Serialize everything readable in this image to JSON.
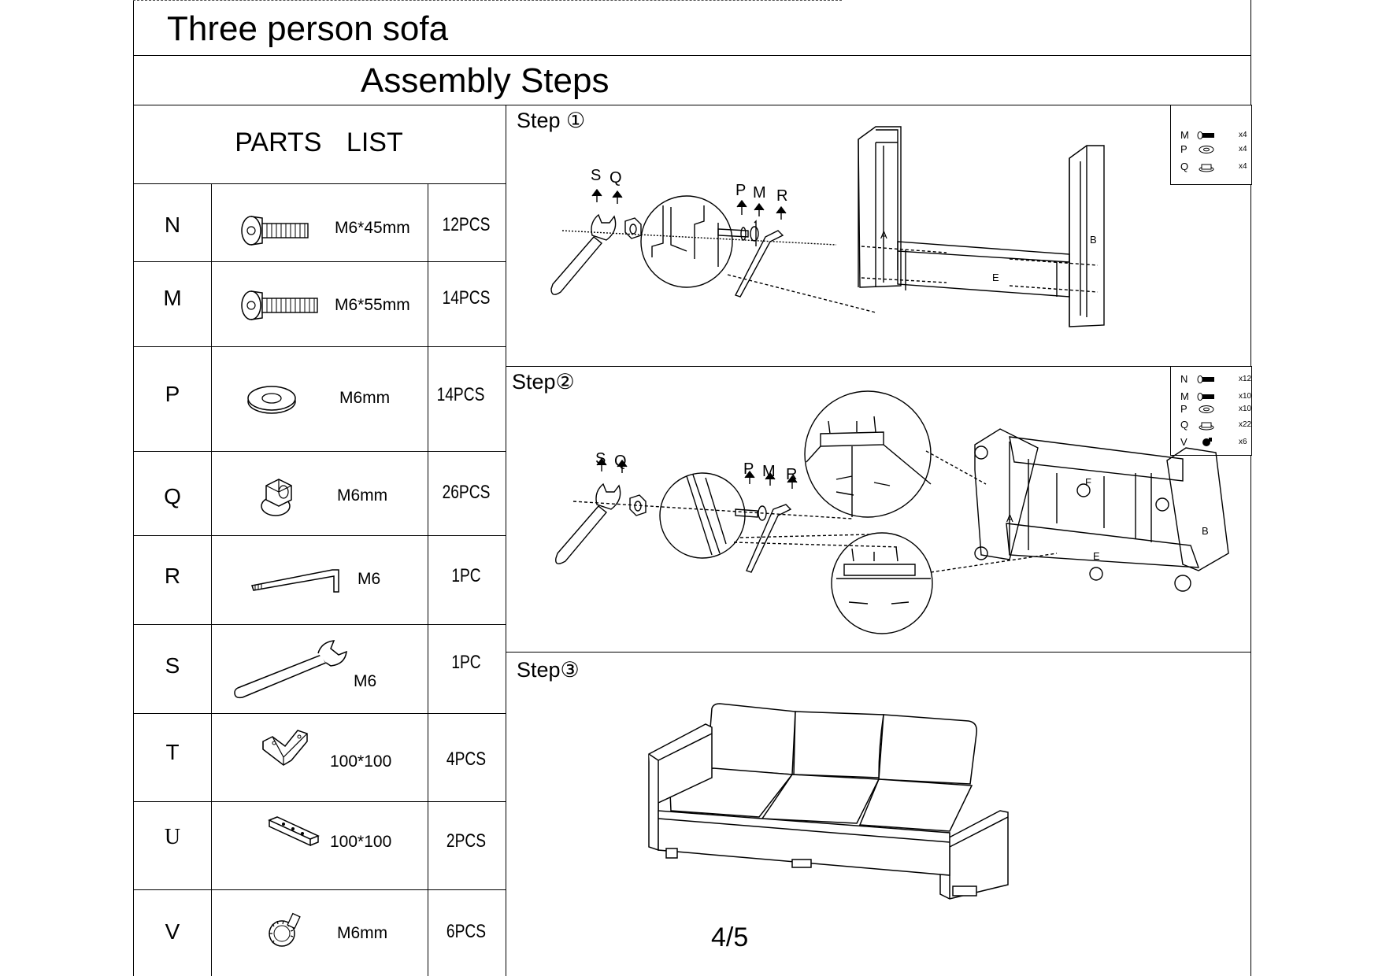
{
  "document": {
    "title": "Three person sofa",
    "subtitle": "Assembly  Steps",
    "page_number": "4/5"
  },
  "parts_list": {
    "heading": "PARTS  LIST",
    "rows": [
      {
        "letter": "N",
        "spec": "M6*45mm",
        "qty": "12PCS",
        "icon": "bolt-45-icon"
      },
      {
        "letter": "M",
        "spec": "M6*55mm",
        "qty": "14PCS",
        "icon": "bolt-55-icon"
      },
      {
        "letter": "P",
        "spec": "M6mm",
        "qty": "14PCS",
        "icon": "washer-icon"
      },
      {
        "letter": "Q",
        "spec": "M6mm",
        "qty": "26PCS",
        "icon": "flange-nut-icon"
      },
      {
        "letter": "R",
        "spec": "M6",
        "qty": "1PC",
        "icon": "allen-key-icon"
      },
      {
        "letter": "S",
        "spec": "M6",
        "qty": "1PC",
        "icon": "wrench-icon"
      },
      {
        "letter": "T",
        "spec": "100*100",
        "qty": "4PCS",
        "icon": "l-bracket-icon"
      },
      {
        "letter": "U",
        "spec": "100*100",
        "qty": "2PCS",
        "icon": "flat-bracket-icon"
      },
      {
        "letter": "V",
        "spec": "M6mm",
        "qty": "6PCS",
        "icon": "thumb-screw-icon"
      }
    ]
  },
  "steps": [
    {
      "label": "Step ①",
      "hardware": [
        {
          "letter": "M",
          "count": "x4",
          "icon": "bolt-icon"
        },
        {
          "letter": "P",
          "count": "x4",
          "icon": "washer-icon"
        },
        {
          "letter": "Q",
          "count": "x4",
          "icon": "flange-nut-icon"
        }
      ],
      "callouts": [
        "S",
        "Q",
        "P",
        "M",
        "R"
      ],
      "panel_labels": [
        "A",
        "B",
        "E"
      ]
    },
    {
      "label": "Step②",
      "hardware": [
        {
          "letter": "N",
          "count": "x12",
          "icon": "bolt-icon"
        },
        {
          "letter": "M",
          "count": "x10",
          "icon": "bolt-icon"
        },
        {
          "letter": "P",
          "count": "x10",
          "icon": "washer-icon"
        },
        {
          "letter": "Q",
          "count": "x22",
          "icon": "flange-nut-icon"
        },
        {
          "letter": "V",
          "count": "x6",
          "icon": "thumb-screw-icon"
        }
      ],
      "callouts": [
        "S",
        "Q",
        "P",
        "M",
        "R"
      ],
      "panel_labels": [
        "F",
        "A",
        "B",
        "E"
      ]
    },
    {
      "label": "Step③"
    }
  ]
}
